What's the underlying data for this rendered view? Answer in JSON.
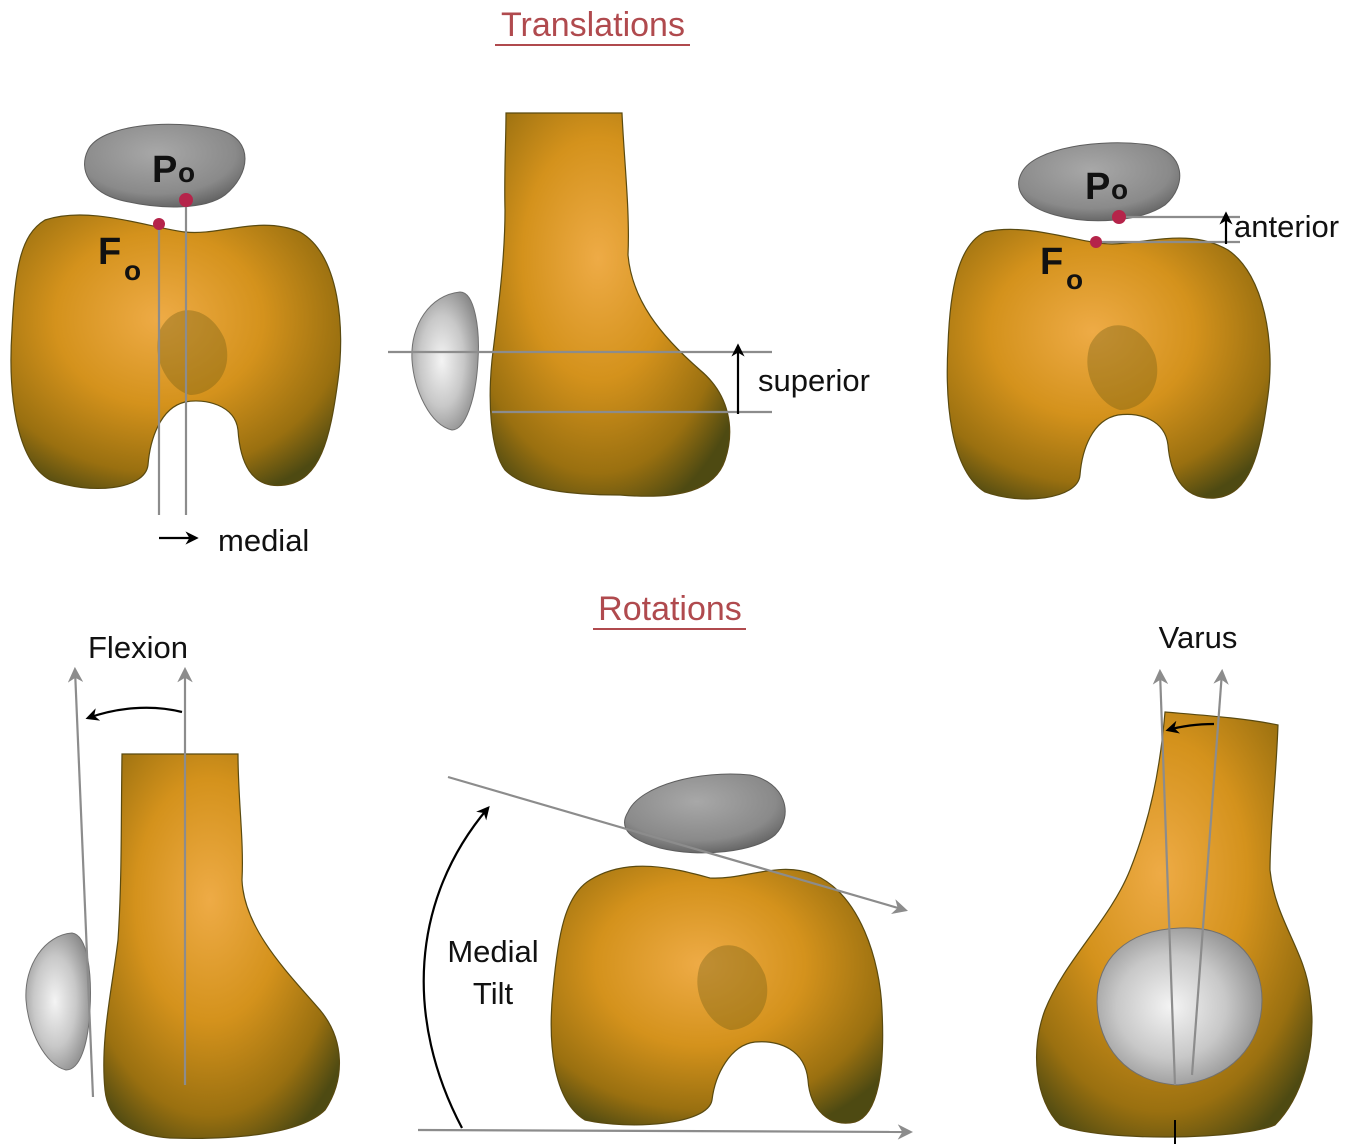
{
  "headings": {
    "translations": "Translations",
    "rotations": "Rotations"
  },
  "labels": {
    "patella_origin": "P",
    "patella_origin_sub": "o",
    "femur_origin": "F",
    "femur_origin_sub": "o",
    "medial": "medial",
    "superior": "superior",
    "anterior": "anterior",
    "flexion": "Flexion",
    "medial_tilt_line1": "Medial",
    "medial_tilt_line2": "Tilt",
    "varus": "Varus"
  },
  "colors": {
    "heading": "#b04a4e",
    "bone_light": "#e8a23c",
    "bone_mid": "#c98914",
    "bone_dark": "#5a5012",
    "patella": "#8a8a8a",
    "origin_point": "#b5244a",
    "axis_line": "#8c8c8c"
  }
}
